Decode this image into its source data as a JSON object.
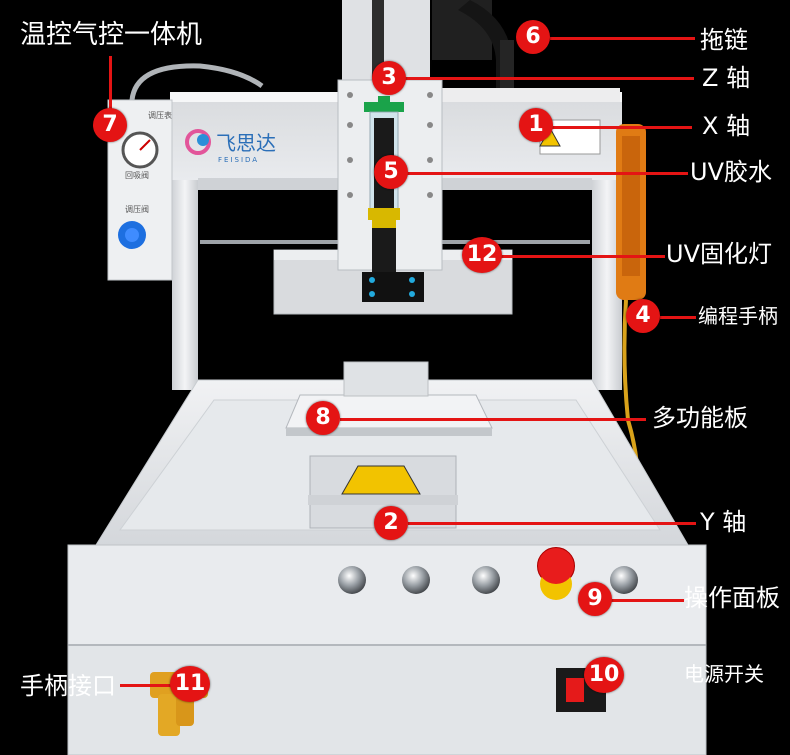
{
  "title": "温控气控一体机",
  "brand": {
    "name": "飞思达",
    "sub": "FEISIDA"
  },
  "gauge_panel": {
    "label1": "调压表",
    "label2": "回吸阀",
    "label3": "调压阀"
  },
  "callouts": [
    {
      "num": "1",
      "label": "X 轴"
    },
    {
      "num": "2",
      "label": "Y 轴"
    },
    {
      "num": "3",
      "label": "Z 轴"
    },
    {
      "num": "4",
      "label": "编程手柄"
    },
    {
      "num": "5",
      "label": "UV胶水"
    },
    {
      "num": "6",
      "label": "拖链"
    },
    {
      "num": "7",
      "label": "温控气控一体机"
    },
    {
      "num": "8",
      "label": "多功能板"
    },
    {
      "num": "9",
      "label": "操作面板"
    },
    {
      "num": "10",
      "label": "电源开关"
    },
    {
      "num": "11",
      "label": "手柄接口"
    },
    {
      "num": "12",
      "label": "UV固化灯"
    }
  ],
  "colors": {
    "accent": "#e41414",
    "machine": "#e9eaec",
    "background": "#000000"
  }
}
